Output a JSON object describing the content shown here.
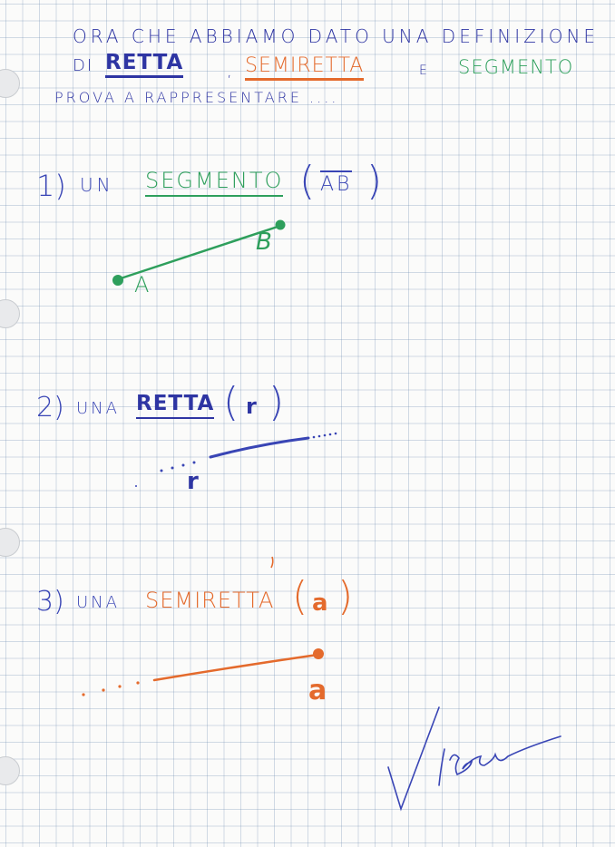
{
  "intro": {
    "line1": "ORA CHE ABBIAMO DATO UNA DEFINIZIONE",
    "di": "DI",
    "retta_word": "RETTA",
    "comma": ",",
    "semiretta_word": "SEMIRETTA",
    "e": "E",
    "segmento_word": "SEGMENTO",
    "line3": "PROVA A RAPPRESENTARE ...."
  },
  "item1": {
    "number": "1)",
    "article": "UN",
    "word": "SEGMENTO",
    "symbol": "AB",
    "label_a": "A",
    "label_b": "B"
  },
  "item2": {
    "number": "2)",
    "article": "UNA",
    "word": "RETTA",
    "symbol": "r",
    "label": "r"
  },
  "item3": {
    "number": "3)",
    "article": "UNA",
    "word": "SEMIRETTA",
    "symbol": "a",
    "label": "a"
  },
  "colors": {
    "blue": "#2e35a3",
    "orange": "#e46a2c",
    "green": "#2e9f5c",
    "grid": "#8ca2bd"
  }
}
